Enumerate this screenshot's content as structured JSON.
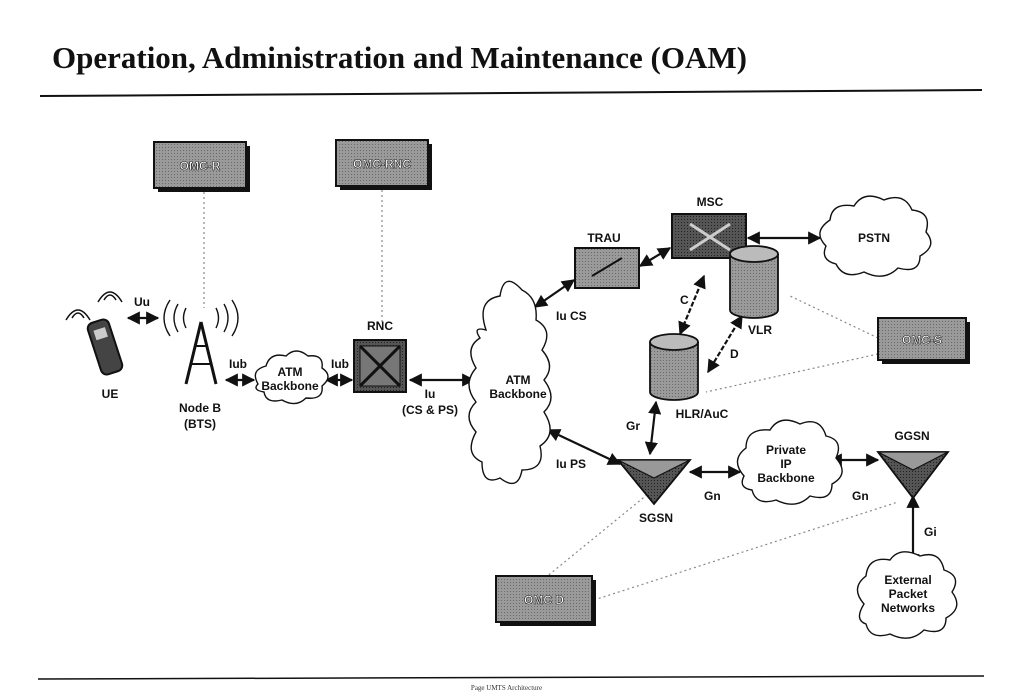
{
  "title": "Operation, Administration and Maintenance (OAM)",
  "footer": "Page UMTS Architecture",
  "nodes": {
    "omc_r": "OMC-R",
    "omc_rnc": "OMC-RNC",
    "omc_s": "OMC-S",
    "omc_d": "OMC D",
    "ue": "UE",
    "node_b_line1": "Node B",
    "node_b_line2": "(BTS)",
    "rnc": "RNC",
    "trau": "TRAU",
    "msc": "MSC",
    "vlr": "VLR",
    "hlr": "HLR/AuC",
    "sgsn": "SGSN",
    "ggsn": "GGSN",
    "pstn": "PSTN"
  },
  "clouds": {
    "atm_small_line1": "ATM",
    "atm_small_line2": "Backbone",
    "atm_big_line1": "ATM",
    "atm_big_line2": "Backbone",
    "private_line1": "Private",
    "private_line2": "IP",
    "private_line3": "Backbone",
    "external_line1": "External",
    "external_line2": "Packet",
    "external_line3": "Networks"
  },
  "interfaces": {
    "uu": "Uu",
    "iub_left": "Iub",
    "iub_right": "Iub",
    "iu_line1": "Iu",
    "iu_line2": "(CS & PS)",
    "iu_cs": "Iu CS",
    "iu_ps": "Iu PS",
    "c": "C",
    "d": "D",
    "gr": "Gr",
    "gn_left": "Gn",
    "gn_right": "Gn",
    "gi": "Gi"
  }
}
